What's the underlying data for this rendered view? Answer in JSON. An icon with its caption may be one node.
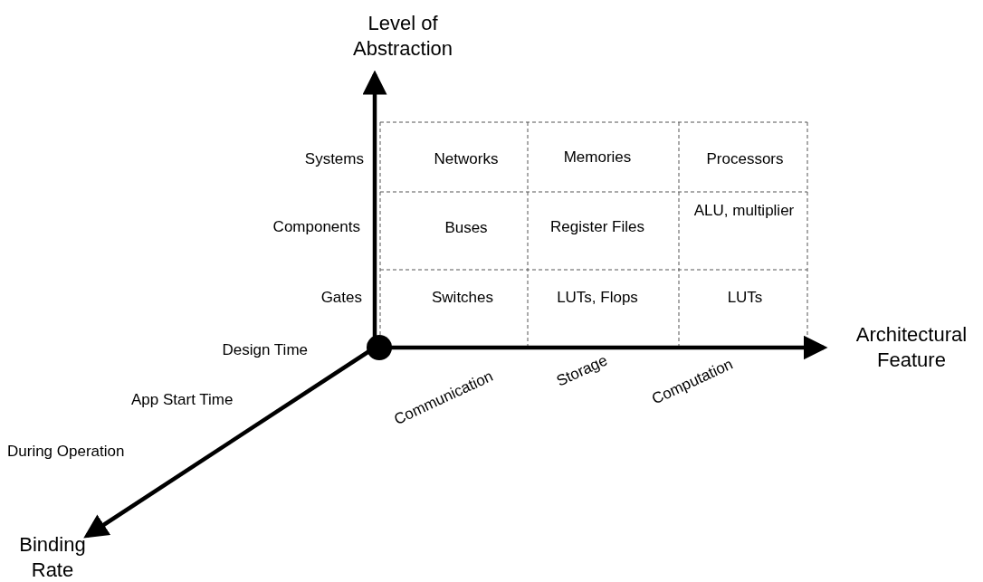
{
  "diagram": {
    "labels": [
      "Level of Abstraction",
      "Systems",
      "Networks",
      "Memories",
      "Processors",
      "Components",
      "Buses",
      "Register Files",
      "ALU, multiplier",
      "Gates",
      "Switches",
      "LUTs, Flops",
      "LUTs",
      "Architectural Feature",
      "Design Time",
      "App Start Time",
      "During Operation",
      "Communication",
      "Storage",
      "Computation",
      "Binding Rate"
    ]
  }
}
